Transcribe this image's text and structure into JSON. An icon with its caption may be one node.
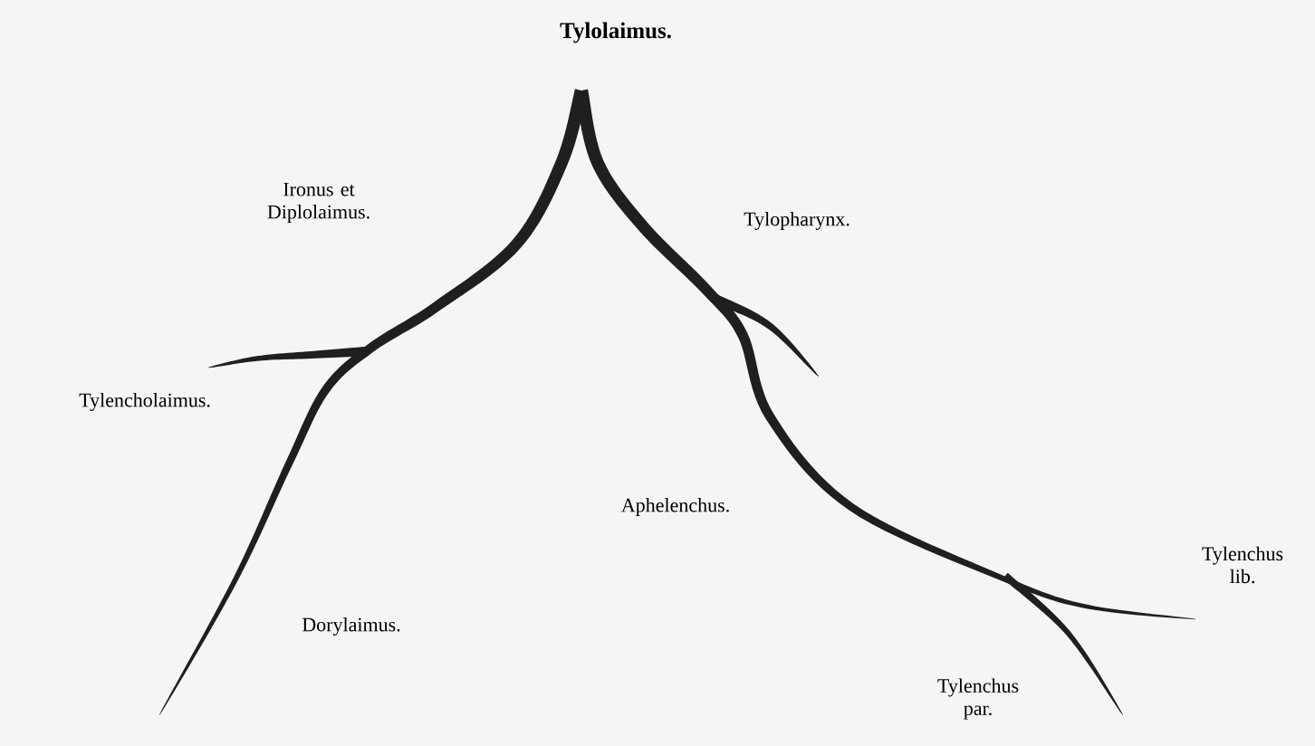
{
  "diagram": {
    "title": "Tylolaimus.",
    "labels": [
      "Ironus et Diplolaimus.",
      "Tylopharynx.",
      "Tylencholaimus.",
      "Aphelenchus.",
      "Dorylaimus.",
      "Tylenchus lib.",
      "Tylenchus par."
    ]
  }
}
